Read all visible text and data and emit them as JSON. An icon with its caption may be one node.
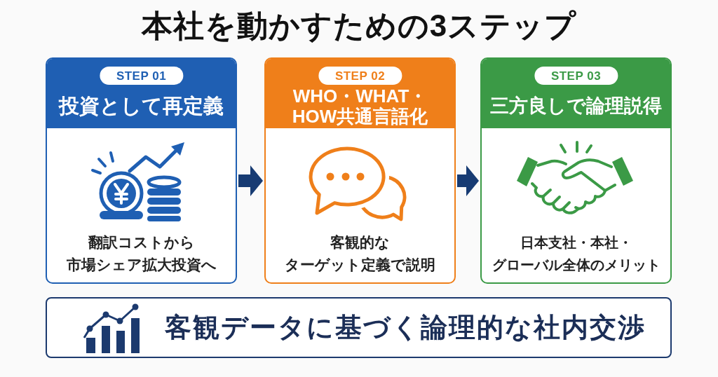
{
  "diagram": {
    "title": "本社を動かすための3ステップ",
    "nodes": [
      {
        "text": [
          "STEP 01",
          "投資として再定義",
          "翻訳コストから市場シェア拡大投資へ"
        ]
      },
      {
        "text": [
          "STEP 02",
          "WHO・WHAT・HOW共通言語化",
          "客観的なターゲット定義で説明"
        ]
      },
      {
        "text": [
          "STEP 03",
          "三方良しで論理説得",
          "日本支社・本社・グローバル全体のメリット"
        ]
      },
      {
        "text": [
          "客観データに基づく論理的な社内交渉"
        ]
      }
    ],
    "edges": [
      {
        "from": 0,
        "to": 1,
        "arrow": "to"
      },
      {
        "from": 1,
        "to": 2,
        "arrow": "to"
      }
    ]
  }
}
